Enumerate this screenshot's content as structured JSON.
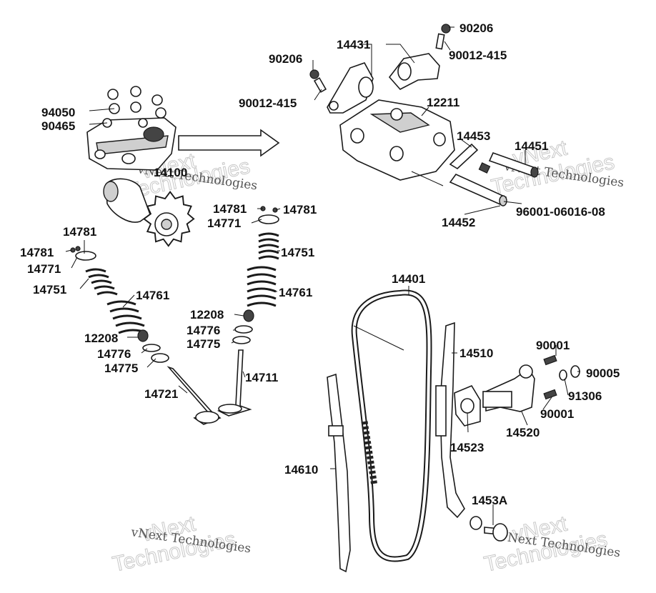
{
  "labels": {
    "l_90206_top": "90206",
    "l_90012_top": "90012-415",
    "l_14431": "14431",
    "l_90206_left": "90206",
    "l_90012_left": "90012-415",
    "l_12211": "12211",
    "l_14453": "14453",
    "l_14451": "14451",
    "l_94050": "94050",
    "l_90465": "90465",
    "l_14100": "14100",
    "l_96001": "96001-06016-08",
    "l_14452": "14452",
    "l_14781_a": "14781",
    "l_14781_b": "14781",
    "l_14771_r": "14771",
    "l_14751_r": "14751",
    "l_14761_r": "14761",
    "l_12208_r": "12208",
    "l_14776_r": "14776",
    "l_14775_r": "14775",
    "l_14711": "14711",
    "l_14781_c": "14781",
    "l_14781_d": "14781",
    "l_14771_l": "14771",
    "l_14751_l": "14751",
    "l_14761_l": "14761",
    "l_12208_l": "12208",
    "l_14776_l": "14776",
    "l_14775_l": "14775",
    "l_14721": "14721",
    "l_14401": "14401",
    "l_14510": "14510",
    "l_90001_a": "90001",
    "l_90005": "90005",
    "l_91306": "91306",
    "l_90001_b": "90001",
    "l_14523": "14523",
    "l_14520": "14520",
    "l_14610": "14610",
    "l_1453A": "1453A"
  },
  "watermark": {
    "line1": "vNext",
    "line2": "Technologies",
    "small": "vNext Technologies"
  }
}
